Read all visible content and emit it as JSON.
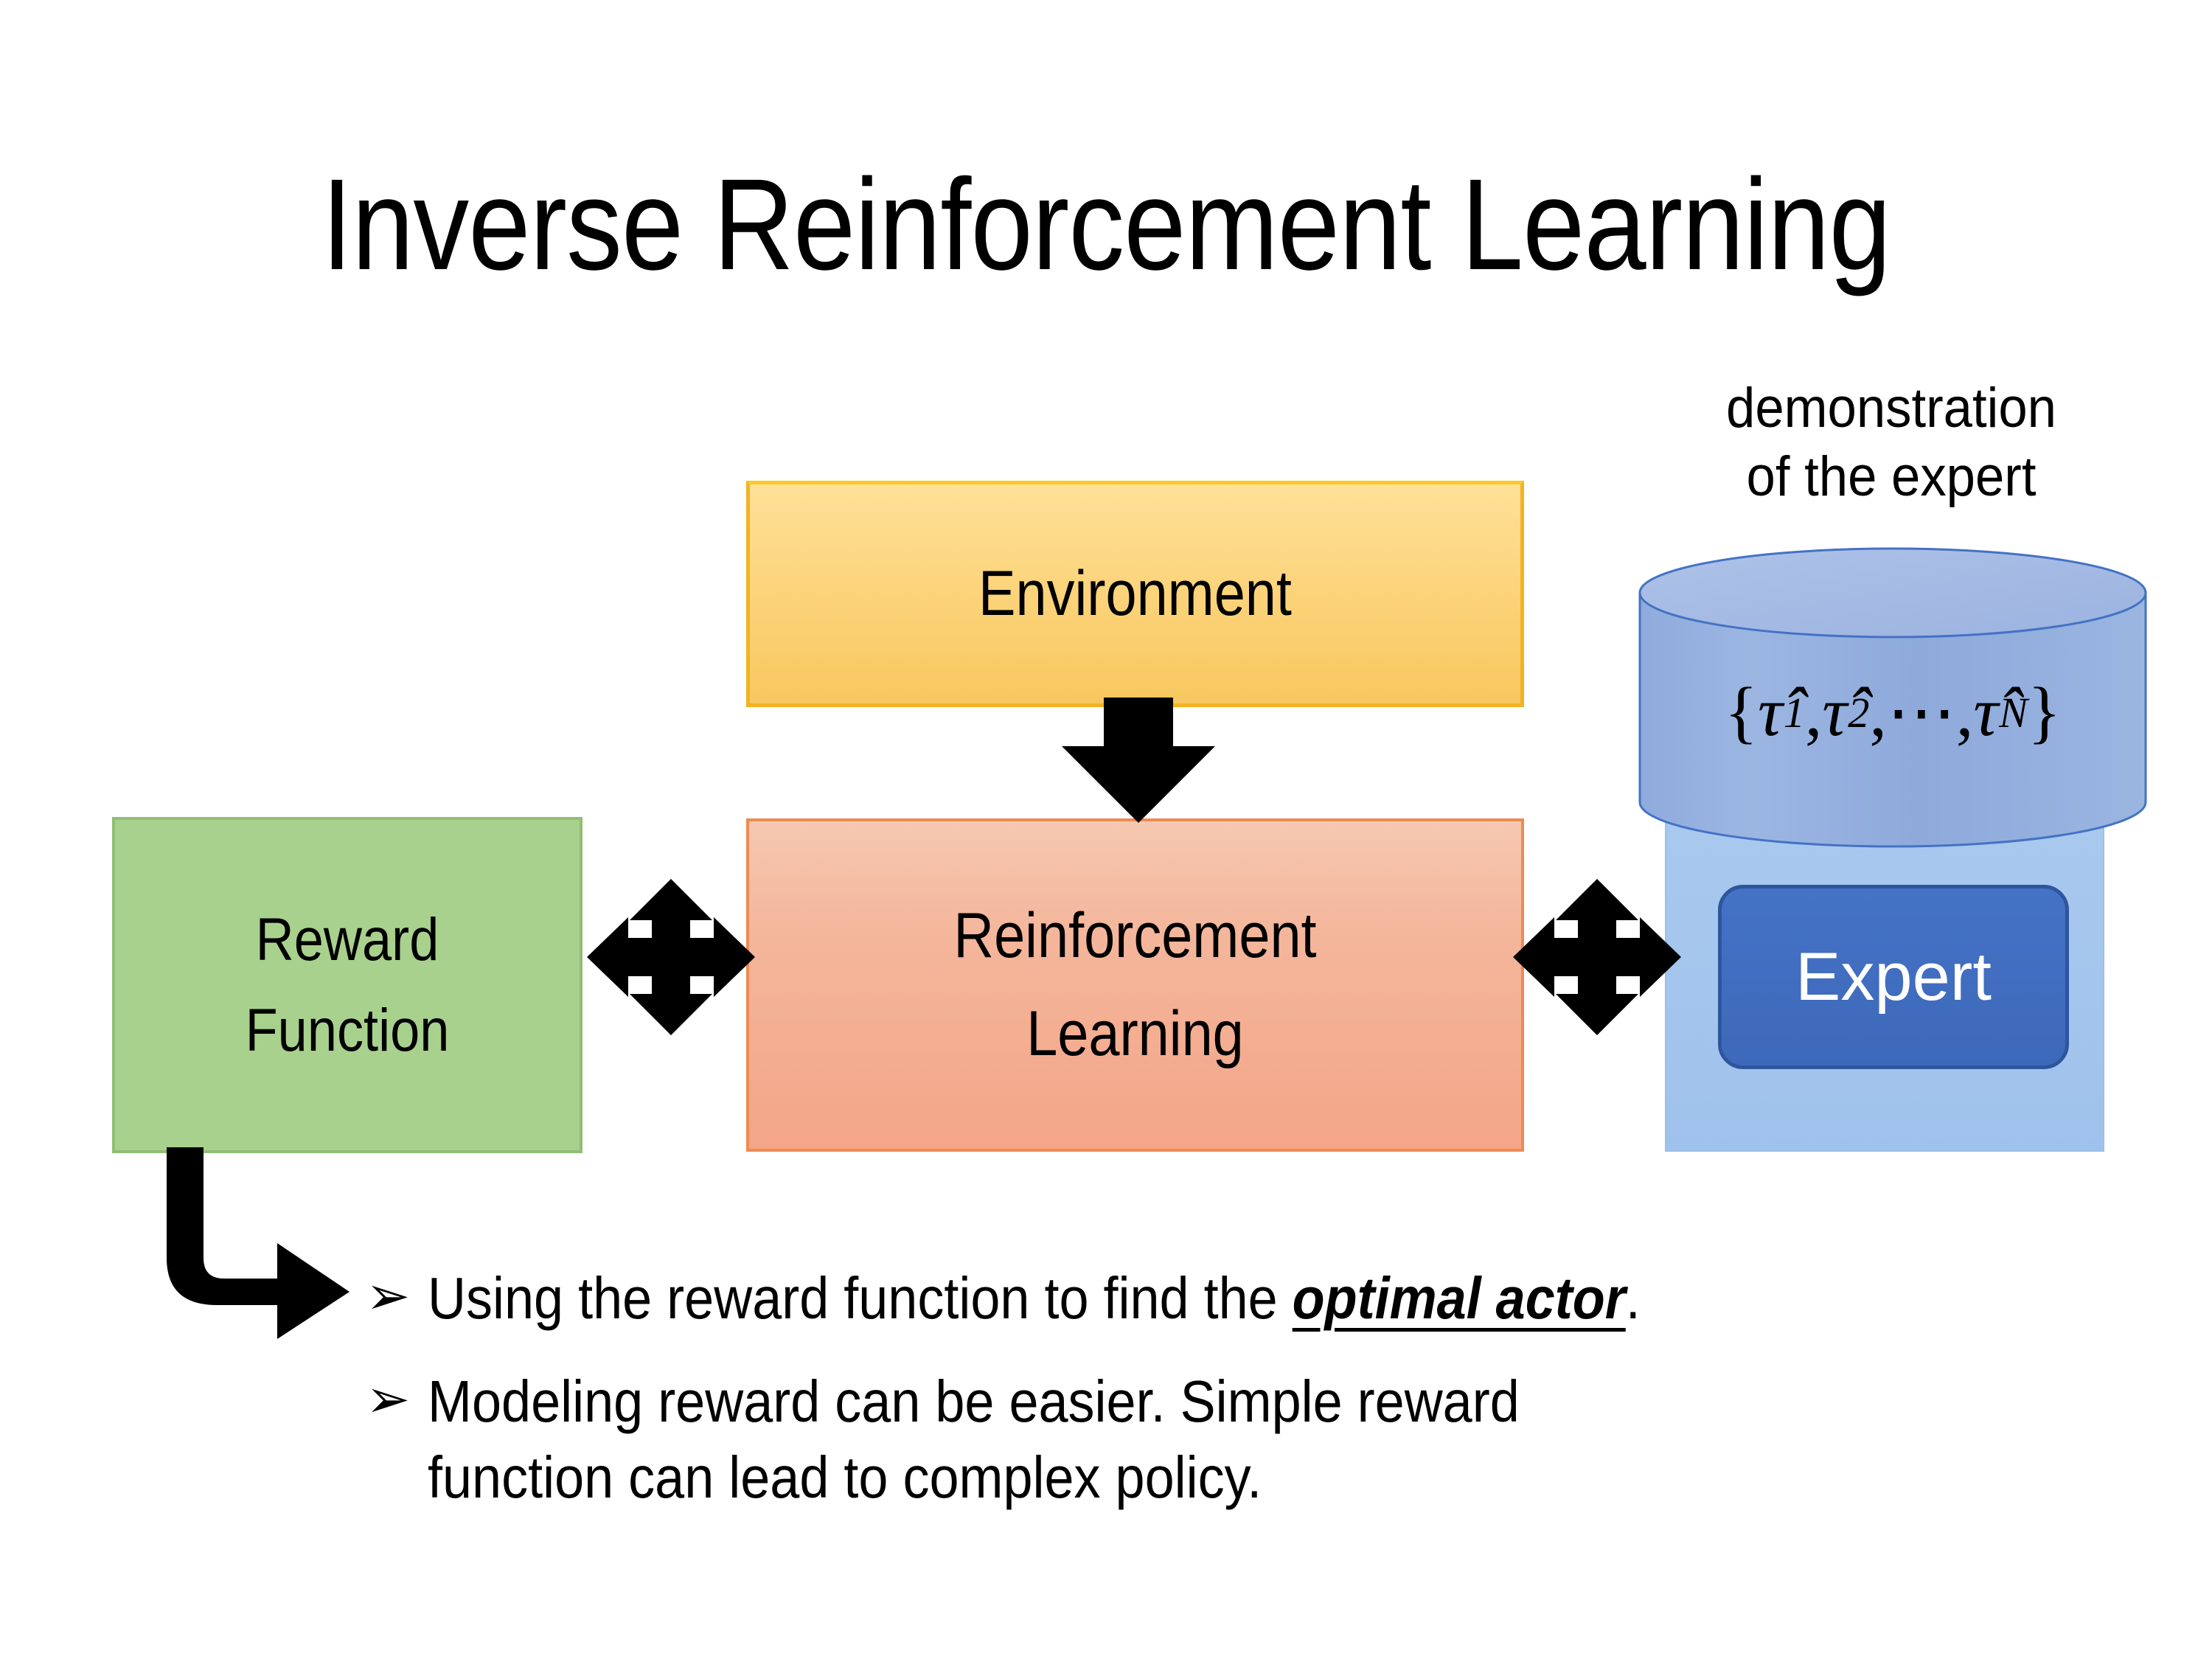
{
  "slide": {
    "title": "Inverse Reinforcement Learning",
    "background_color": "#FFFFFF"
  },
  "diagram": {
    "boxes": [
      {
        "name": "environment",
        "label": "Environment",
        "fill_color": "#FBD277",
        "border_color": "#F2B322",
        "text_color": "#000000"
      },
      {
        "name": "reinforcement-learning",
        "label_line1": "Reinforcement",
        "label_line2": "Learning",
        "fill_color": "#F4B69B",
        "border_color": "#ED8B52",
        "text_color": "#000000"
      },
      {
        "name": "reward-function",
        "label_line1": "Reward",
        "label_line2": "Function",
        "fill_color": "#A9D18E",
        "border_color": "#8FBF74",
        "text_color": "#000000"
      }
    ],
    "expert": {
      "chip_label": "Expert",
      "chip_fill_color": "#4472C4",
      "chip_border_color": "#2E569E",
      "chip_text_color": "#FFFFFF",
      "backplate_color": "#A9C8EE"
    },
    "demonstration": {
      "caption_line1": "demonstration",
      "caption_line2": "of the expert",
      "cylinder_fill_color": "#93AEDE",
      "cylinder_border_color": "#4472C4",
      "formula": {
        "open_brace": "{",
        "tau1": "τ",
        "sub1": "1",
        "comma1": ", ",
        "tau2": "τ",
        "sub2": "2",
        "comma2": ", ",
        "ellipsis": "⋯",
        "comma3": ", ",
        "tauN": "τ",
        "subN": "N",
        "close_brace": "}",
        "plain": "{τ̂₁, τ̂₂, ⋯, τ̂N}"
      }
    },
    "arrows": [
      {
        "name": "environment-to-rl",
        "direction": "down",
        "color": "#000000"
      },
      {
        "name": "reward-rl-bidirectional",
        "direction": "both",
        "color": "#000000"
      },
      {
        "name": "rl-expert-bidirectional",
        "direction": "both",
        "color": "#000000"
      },
      {
        "name": "reward-to-notes-elbow",
        "direction": "down-right",
        "color": "#000000"
      }
    ]
  },
  "notes": {
    "bullet_marker": "➢",
    "items": [
      {
        "prefix": "Using the reward function to find the ",
        "emphasis": "optimal actor",
        "suffix": "."
      },
      {
        "prefix": "Modeling reward can be easier. Simple reward\nfunction can lead to complex policy.",
        "emphasis": "",
        "suffix": ""
      }
    ]
  }
}
